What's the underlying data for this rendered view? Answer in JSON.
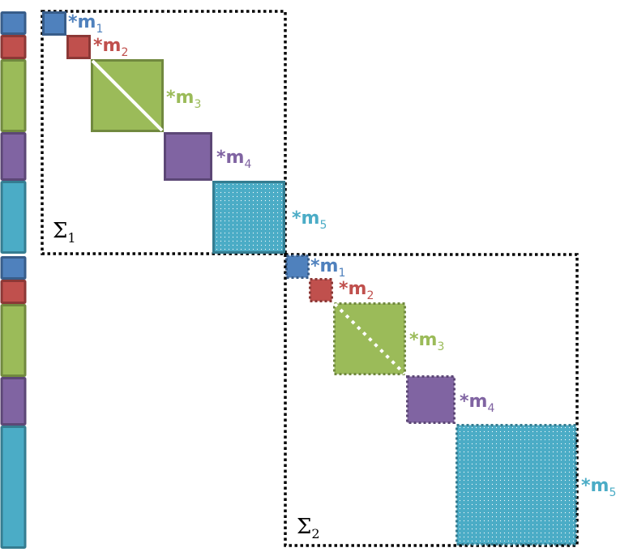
{
  "colors": {
    "m1": {
      "fill": "#4F81BD",
      "stroke": "#385D8A"
    },
    "m2": {
      "fill": "#C0504D",
      "stroke": "#8C3836"
    },
    "m3": {
      "fill": "#9BBB59",
      "stroke": "#71893F"
    },
    "m4": {
      "fill": "#8064A2",
      "stroke": "#5C4776"
    },
    "m5": {
      "fill": "#4BACC6",
      "stroke": "#357D91"
    }
  },
  "matrix1": {
    "sigma": "Σ",
    "sigma_sub": "1",
    "labels": [
      {
        "star": "*",
        "m": "m",
        "sub": "1"
      },
      {
        "star": "*",
        "m": "m",
        "sub": "2"
      },
      {
        "star": "*",
        "m": "m",
        "sub": "3"
      },
      {
        "star": "*",
        "m": "m",
        "sub": "4"
      },
      {
        "star": "*",
        "m": "m",
        "sub": "5"
      }
    ]
  },
  "matrix2": {
    "sigma": "Σ",
    "sigma_sub": "2",
    "labels": [
      {
        "star": "*",
        "m": "m",
        "sub": "1"
      },
      {
        "star": "*",
        "m": "m",
        "sub": "2"
      },
      {
        "star": "*",
        "m": "m",
        "sub": "3"
      },
      {
        "star": "*",
        "m": "m",
        "sub": "4"
      },
      {
        "star": "*",
        "m": "m",
        "sub": "5"
      }
    ]
  }
}
